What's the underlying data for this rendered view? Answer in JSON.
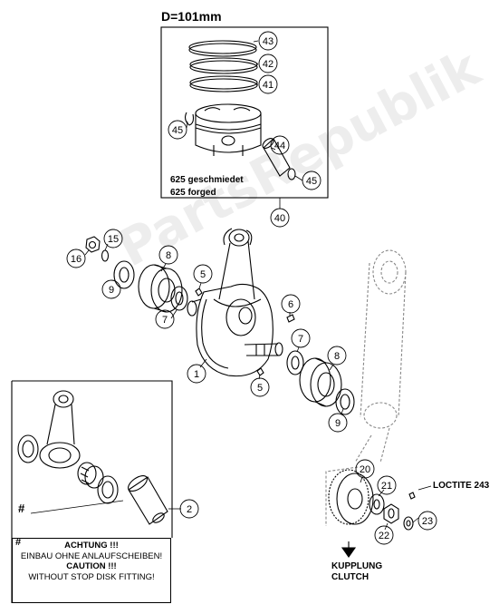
{
  "title": "D=101mm",
  "forged_label_de": "625 geschmiedet",
  "forged_label_en": "625 forged",
  "loctite_label": "LOCTITE 243",
  "clutch_de": "KUPPLUNG",
  "clutch_en": "CLUTCH",
  "hash_symbol": "#",
  "note": {
    "hash": "#",
    "line1": "ACHTUNG !!!",
    "line2": "EINBAU OHNE ANLAUFSCHEIBEN!",
    "line3": "CAUTION !!!",
    "line4": "WITHOUT STOP DISK FITTING!"
  },
  "watermark": "PartsRepublik",
  "callouts": {
    "c43": "43",
    "c42": "42",
    "c41": "41",
    "c45a": "45",
    "c44": "44",
    "c45b": "45",
    "c40": "40",
    "c15": "15",
    "c16": "16",
    "c8a": "8",
    "c9a": "9",
    "c5a": "5",
    "c7a": "7",
    "c6": "6",
    "c7b": "7",
    "c8b": "8",
    "c1": "1",
    "c5b": "5",
    "c9b": "9",
    "c2": "2",
    "c21": "21",
    "c20": "20",
    "c23": "23",
    "c22": "22"
  }
}
